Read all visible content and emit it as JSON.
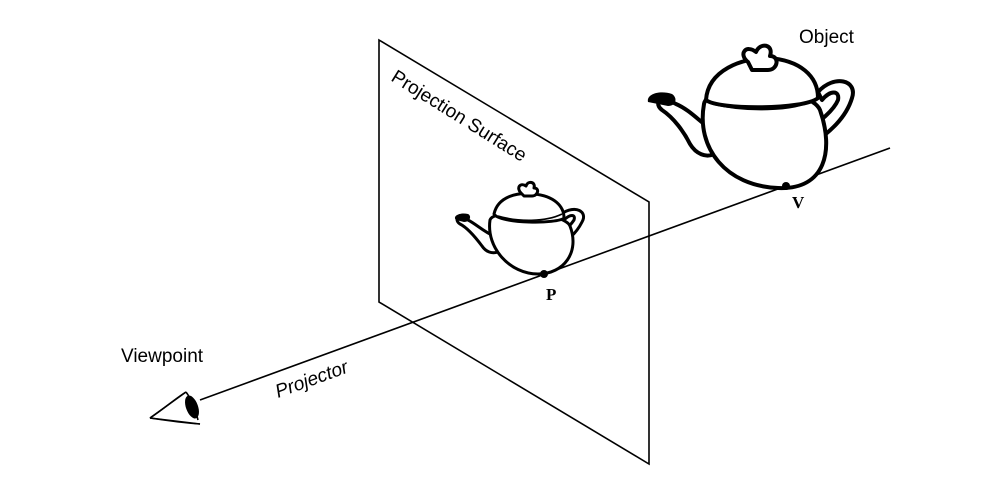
{
  "labels": {
    "object": "Object",
    "projection_surface": "Projection Surface",
    "viewpoint": "Viewpoint",
    "projector": "Projector",
    "point_p": "P",
    "point_v": "V"
  },
  "icons": {
    "eye": "eye-icon",
    "teapot_object": "teapot-icon",
    "teapot_projection": "teapot-icon"
  },
  "colors": {
    "stroke": "#000000",
    "background": "#ffffff"
  }
}
